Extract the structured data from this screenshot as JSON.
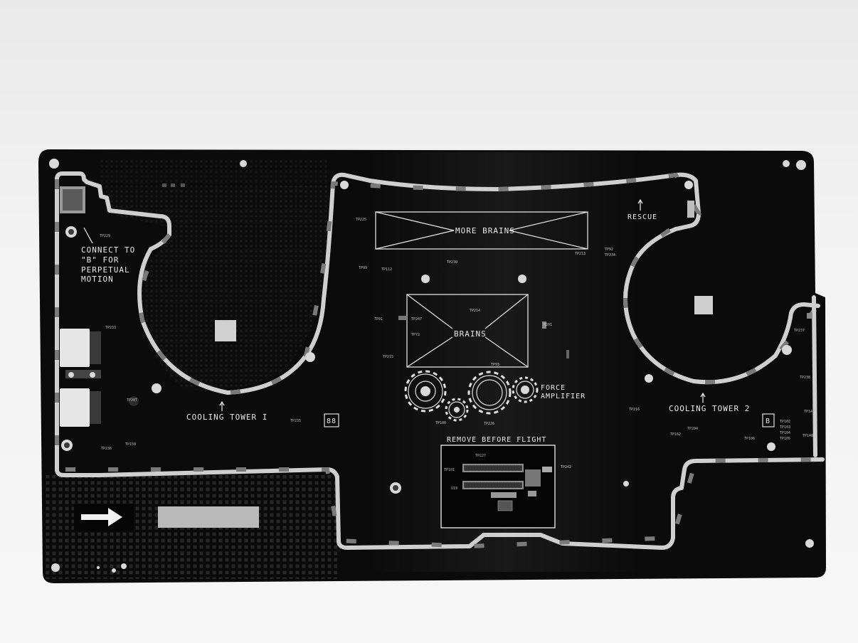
{
  "board": {
    "colors": {
      "background": "#efefef",
      "pcb": "#0b0b0b",
      "silkscreen": "#e8e8e8",
      "slot": "#cfcfcf",
      "pad": "#cfcfcf"
    }
  },
  "labels": {
    "connect": [
      "CONNECT TO",
      "\"B\" FOR",
      "PERPETUAL",
      "MOTION"
    ],
    "more_brains": "MORE BRAINS",
    "brains": "BRAINS",
    "rescue": "RESCUE",
    "force_amplifier": [
      "FORCE",
      "AMPLIFIER"
    ],
    "cooling_tower_1": "COOLING TOWER I",
    "cooling_tower_2": "COOLING TOWER 2",
    "remove_before_flight": "REMOVE BEFORE FLIGHT",
    "box_88": "88",
    "box_b": "B"
  },
  "test_points": {
    "tp233": "TP233",
    "tp229": "TP229",
    "tp230": "TP230",
    "tp112": "TP112",
    "tp99": "TP99",
    "tp213": "TP213",
    "tp92": "TP92",
    "tp234": "TP234",
    "tp214": "TP214",
    "tp247": "TP247",
    "tp72": "TP72",
    "tp91": "TP91",
    "tp215": "TP215",
    "tp93": "TP93",
    "r201": "R201",
    "tp100": "TP100",
    "tp226": "TP226",
    "tp227": "TP227",
    "tp101": "TP101",
    "u19": "U19",
    "tp242": "TP242",
    "tp235": "TP235",
    "tp236": "TP236",
    "tp150": "TP150",
    "tp207": "TP207",
    "tp216": "TP216",
    "tp237": "TP237",
    "tp147": "TP147",
    "tp148": "TP148",
    "tp102": "TP102",
    "tp103": "TP103",
    "tp104": "TP104",
    "tp105": "TP105",
    "tp106": "TP106",
    "tp204": "TP204",
    "tp162": "TP162",
    "tp238": "TP238",
    "tp225": "TP225"
  }
}
